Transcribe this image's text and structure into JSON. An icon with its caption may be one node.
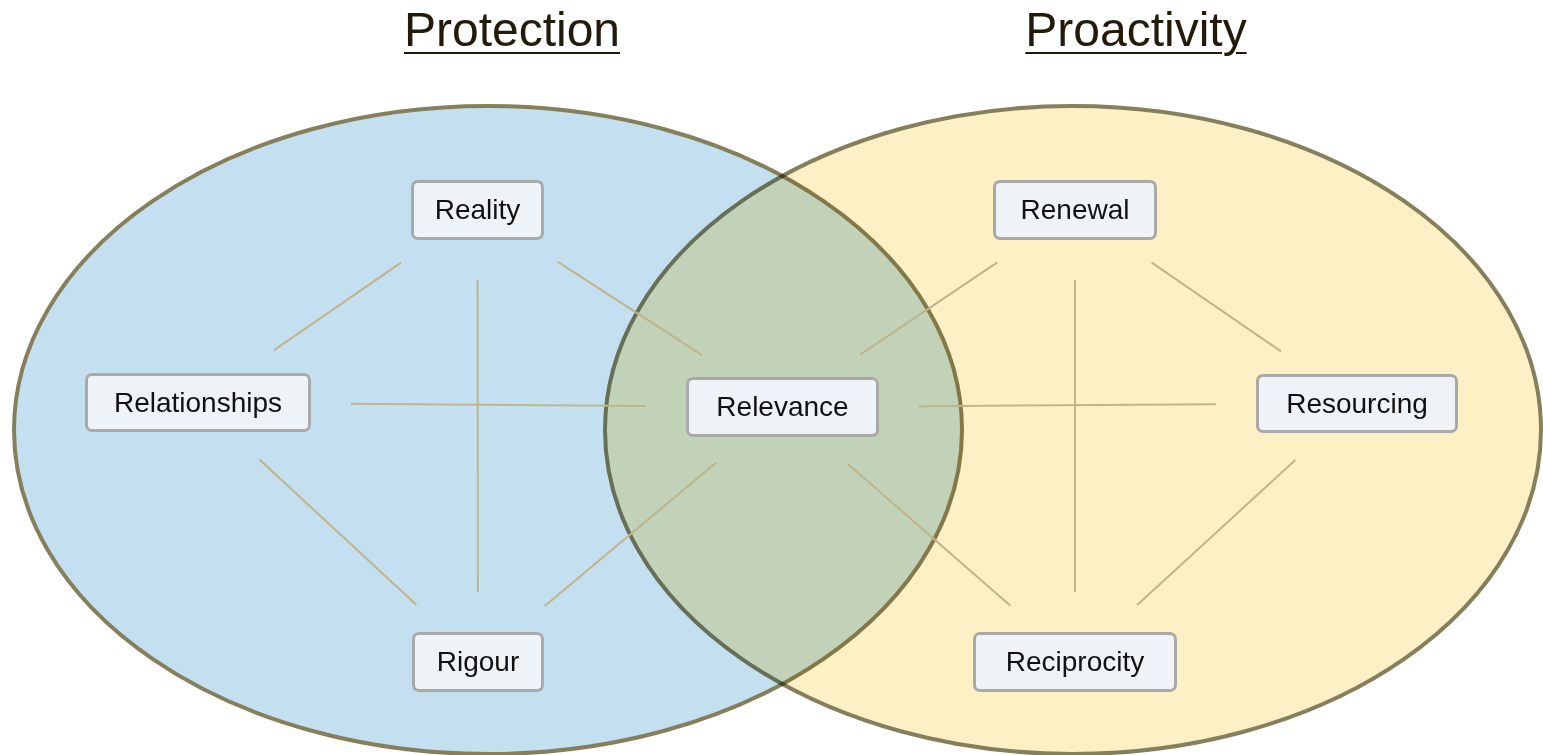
{
  "diagram": {
    "nodes": [
      {
        "text": [
          "Protection"
        ]
      },
      {
        "text": [
          "Proactivity"
        ]
      },
      {
        "text": [
          "Reality"
        ],
        "in": 0
      },
      {
        "text": [
          "Renewal"
        ],
        "in": 1
      },
      {
        "text": [
          "Relationships"
        ],
        "in": 0
      },
      {
        "text": [
          "Relevance"
        ]
      },
      {
        "text": [
          "Resourcing"
        ],
        "in": 1
      },
      {
        "text": [
          "Rigour"
        ],
        "in": 0
      },
      {
        "text": [
          "Reciprocity"
        ],
        "in": 1
      }
    ],
    "edges": [
      {
        "from": 2,
        "to": 4,
        "arrow": "none"
      },
      {
        "from": 2,
        "to": 5,
        "arrow": "none"
      },
      {
        "from": 2,
        "to": 7,
        "arrow": "none"
      },
      {
        "from": 4,
        "to": 5,
        "arrow": "none"
      },
      {
        "from": 4,
        "to": 7,
        "arrow": "none"
      },
      {
        "from": 7,
        "to": 5,
        "arrow": "none"
      },
      {
        "from": 3,
        "to": 5,
        "arrow": "none"
      },
      {
        "from": 3,
        "to": 6,
        "arrow": "none"
      },
      {
        "from": 3,
        "to": 8,
        "arrow": "none"
      },
      {
        "from": 5,
        "to": 6,
        "arrow": "none"
      },
      {
        "from": 6,
        "to": 8,
        "arrow": "none"
      },
      {
        "from": 8,
        "to": 5,
        "arrow": "none"
      }
    ]
  }
}
